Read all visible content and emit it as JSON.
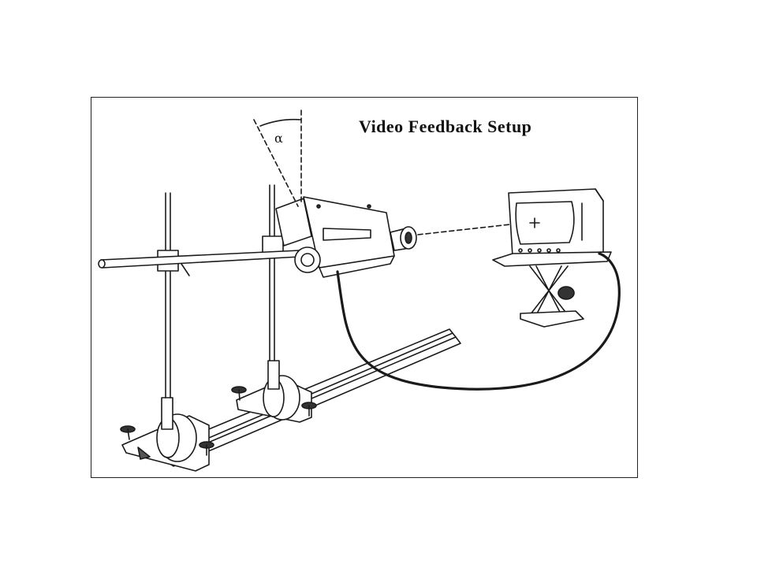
{
  "diagram": {
    "title": "Video Feedback Setup",
    "angle_label": "α",
    "components": [
      "optical-rail",
      "rod-stand-left",
      "rod-stand-right",
      "horizontal-rod",
      "video-camera",
      "monitor",
      "lab-jack",
      "cable"
    ],
    "colors": {
      "line": "#1a1a1a",
      "background": "#ffffff"
    }
  }
}
